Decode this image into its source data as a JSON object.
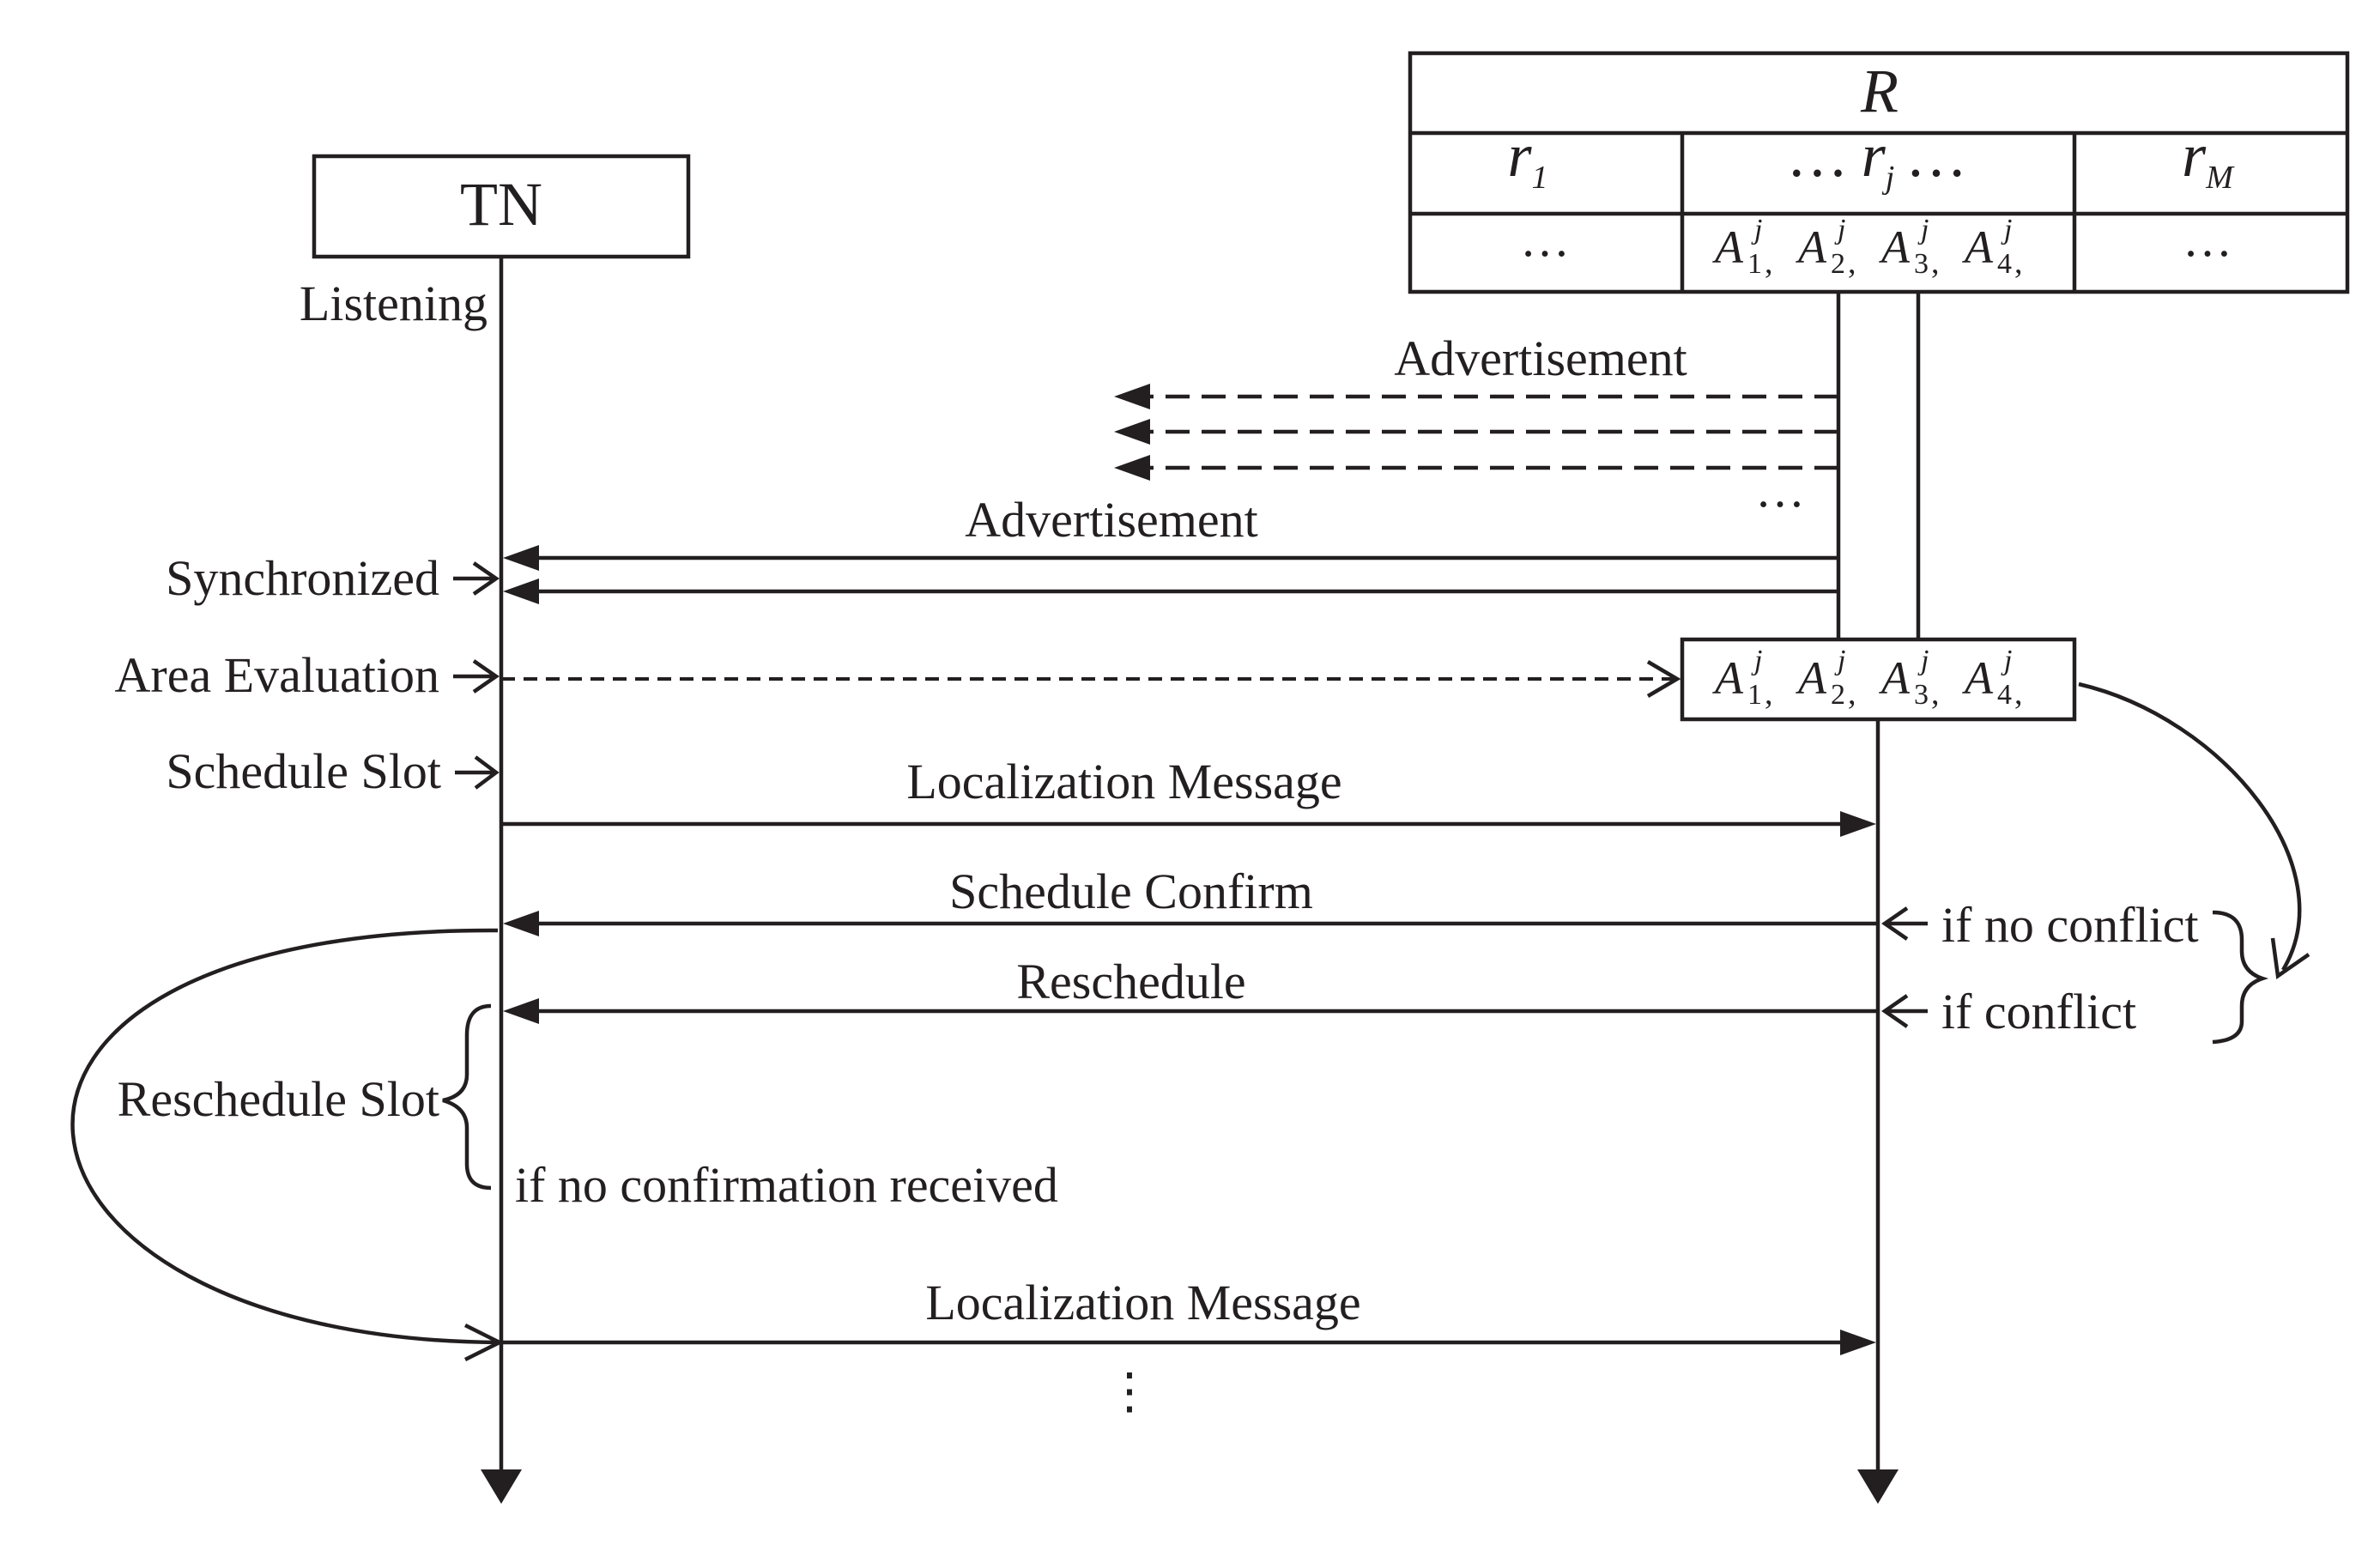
{
  "lifelines": {
    "tn": "TN",
    "r_header": "R",
    "r_columns": [
      "r",
      "… r",
      "r"
    ],
    "r_column_subscripts": [
      "1",
      "j",
      "M"
    ],
    "r_column_suffix": " …",
    "r_row_values": [
      "…",
      "…"
    ]
  },
  "area_set": {
    "letter": "A",
    "superscript": "j",
    "subscripts": [
      "1",
      "2",
      "3",
      "4"
    ],
    "separator": ","
  },
  "states": {
    "listening": "Listening",
    "synchronized": "Synchronized",
    "area_evaluation": "Area Evaluation",
    "schedule_slot": "Schedule Slot",
    "reschedule_slot": "Reschedule Slot",
    "no_confirmation": "if no confirmation received"
  },
  "messages": {
    "advertisement_broadcast": "Advertisement",
    "broadcast_ellipsis": "…",
    "advertisement": "Advertisement",
    "localization_1": "Localization Message",
    "schedule_confirm": "Schedule Confirm",
    "reschedule": "Reschedule",
    "localization_2": "Localization Message",
    "continuation": "⋮"
  },
  "conditions": {
    "no_conflict": "if no conflict",
    "conflict": "if conflict"
  }
}
